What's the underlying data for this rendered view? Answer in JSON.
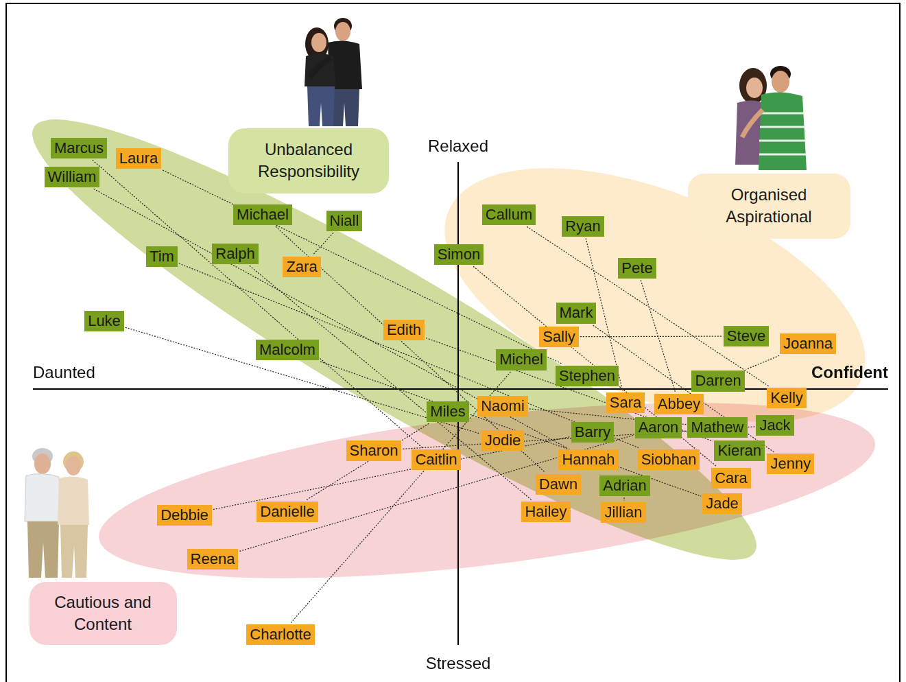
{
  "diagram": {
    "nodes": [
      {
        "text": [
          "Unbalanced Responsibility"
        ]
      },
      {
        "text": [
          "Organised Aspirational"
        ]
      },
      {
        "text": [
          "Marcus"
        ]
      },
      {
        "text": [
          "Laura"
        ]
      },
      {
        "text": [
          "William"
        ]
      },
      {
        "text": [
          "Michael"
        ]
      },
      {
        "text": [
          "Callum"
        ]
      },
      {
        "text": [
          "Niall"
        ]
      },
      {
        "text": [
          "Ryan"
        ]
      },
      {
        "text": [
          "Ralph"
        ]
      },
      {
        "text": [
          "Simon"
        ]
      },
      {
        "text": [
          "Tim"
        ]
      },
      {
        "text": [
          "Zara"
        ]
      },
      {
        "text": [
          "Pete"
        ]
      },
      {
        "text": [
          "Mark"
        ]
      },
      {
        "text": [
          "Luke"
        ]
      },
      {
        "text": [
          "Edith"
        ]
      },
      {
        "text": [
          "Sally"
        ]
      },
      {
        "text": [
          "Steve"
        ]
      },
      {
        "text": [
          "Joanna"
        ]
      },
      {
        "text": [
          "Malcolm"
        ]
      },
      {
        "text": [
          "Michel"
        ]
      },
      {
        "text": [
          "Stephen"
        ]
      },
      {
        "text": [
          "Darren"
        ]
      },
      {
        "text": [
          "Kelly"
        ]
      },
      {
        "text": [
          "Sara"
        ]
      },
      {
        "text": [
          "Abbey"
        ]
      },
      {
        "text": [
          "Naomi"
        ]
      },
      {
        "text": [
          "Miles"
        ]
      },
      {
        "text": [
          "Barry"
        ]
      },
      {
        "text": [
          "Aaron"
        ]
      },
      {
        "text": [
          "Mathew"
        ]
      },
      {
        "text": [
          "Jack"
        ]
      },
      {
        "text": [
          "Jodie"
        ]
      },
      {
        "text": [
          "Sharon"
        ]
      },
      {
        "text": [
          "Kieran"
        ]
      },
      {
        "text": [
          "Caitlin"
        ]
      },
      {
        "text": [
          "Hannah"
        ]
      },
      {
        "text": [
          "Siobhan"
        ]
      },
      {
        "text": [
          "Jenny"
        ]
      },
      {
        "text": [
          "Cara"
        ]
      },
      {
        "text": [
          "Dawn"
        ]
      },
      {
        "text": [
          "Adrian"
        ]
      },
      {
        "text": [
          "Jade"
        ]
      },
      {
        "text": [
          "Danielle"
        ]
      },
      {
        "text": [
          "Hailey"
        ]
      },
      {
        "text": [
          "Jillian"
        ]
      },
      {
        "text": [
          "Debbie"
        ]
      },
      {
        "text": [
          "Reena"
        ]
      },
      {
        "text": [
          "Cautious and Content"
        ]
      },
      {
        "text": [
          "Charlotte"
        ]
      }
    ],
    "edges": [
      {
        "from": 7,
        "to": 12,
        "arrow": "none"
      },
      {
        "from": 15,
        "to": 33,
        "arrow": "none"
      },
      {
        "from": 47,
        "to": 29,
        "arrow": "none"
      },
      {
        "from": 48,
        "to": 30,
        "arrow": "none"
      },
      {
        "from": 50,
        "to": 21,
        "arrow": "none"
      },
      {
        "from": 17,
        "to": 18,
        "arrow": "none"
      },
      {
        "from": 19,
        "to": 23,
        "arrow": "none"
      },
      {
        "from": 6,
        "to": 24,
        "arrow": "none"
      },
      {
        "from": 8,
        "to": 25,
        "arrow": "none"
      },
      {
        "from": 13,
        "to": 26,
        "arrow": "none"
      },
      {
        "from": 14,
        "to": 39,
        "arrow": "none"
      },
      {
        "from": 10,
        "to": 40,
        "arrow": "none"
      },
      {
        "from": 2,
        "to": 36,
        "arrow": "none"
      },
      {
        "from": 3,
        "to": 22,
        "arrow": "none"
      },
      {
        "from": 4,
        "to": 37,
        "arrow": "none"
      },
      {
        "from": 11,
        "to": 38,
        "arrow": "none"
      },
      {
        "from": 5,
        "to": 41,
        "arrow": "none"
      },
      {
        "from": 9,
        "to": 45,
        "arrow": "none"
      },
      {
        "from": 20,
        "to": 43,
        "arrow": "none"
      },
      {
        "from": 16,
        "to": 35,
        "arrow": "none"
      },
      {
        "from": 27,
        "to": 31,
        "arrow": "none"
      },
      {
        "from": 34,
        "to": 32,
        "arrow": "none"
      },
      {
        "from": 28,
        "to": 44,
        "arrow": "none"
      },
      {
        "from": 42,
        "to": 46,
        "arrow": "none"
      }
    ],
    "labels": [
      "Relaxed",
      "Daunted",
      "Confident",
      "Stressed"
    ]
  }
}
